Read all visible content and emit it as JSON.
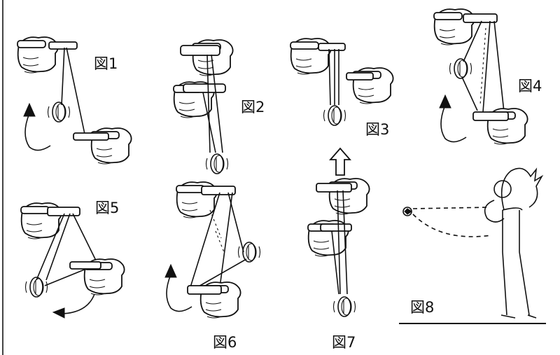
{
  "figures": [
    {
      "id": "fig1",
      "label": "図1"
    },
    {
      "id": "fig2",
      "label": "図2"
    },
    {
      "id": "fig3",
      "label": "図3"
    },
    {
      "id": "fig4",
      "label": "図4"
    },
    {
      "id": "fig5",
      "label": "図5"
    },
    {
      "id": "fig6",
      "label": "図6"
    },
    {
      "id": "fig7",
      "label": "図7"
    },
    {
      "id": "fig8",
      "label": "図8"
    }
  ],
  "icons": [
    "hand-icon",
    "yoyo-icon",
    "curved-arrow-icon",
    "up-arrow-icon",
    "person-icon",
    "ground-line"
  ]
}
